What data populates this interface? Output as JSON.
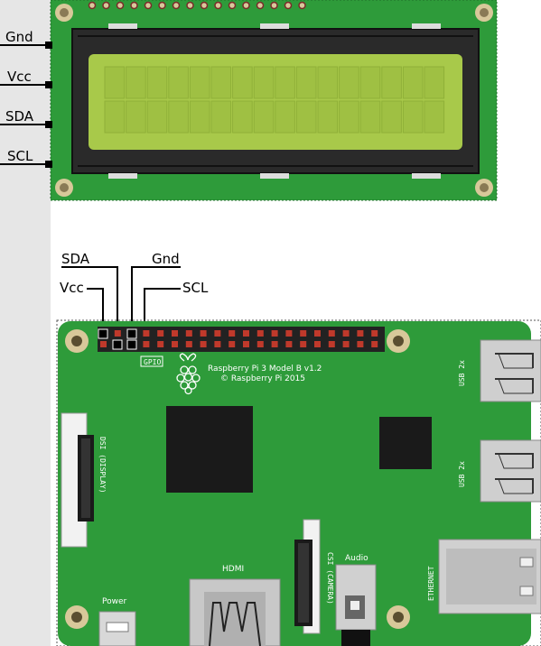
{
  "lcd": {
    "pins": {
      "gnd": "Gnd",
      "vcc": "Vcc",
      "sda": "SDA",
      "scl": "SCL"
    },
    "grid": {
      "columns": 16,
      "rows": 2
    },
    "colors": {
      "pcb": "#2e9b3a",
      "bezel": "#2a2a2a",
      "screen": "#a8c94a",
      "wire": "#000000",
      "side_panel": "#e6e6e6"
    }
  },
  "gpio_wiring": {
    "sda": "SDA",
    "gnd": "Gnd",
    "vcc": "Vcc",
    "scl": "SCL"
  },
  "pi": {
    "gpio_label": "GPIO",
    "model_line": "Raspberry Pi 3 Model B v1.2",
    "copyright": "© Raspberry Pi 2015",
    "usb_top": "USB 2x",
    "usb_bottom": "USB 2x",
    "dsi": "DSI (DISPLAY)",
    "csi": "CSI (CAMERA)",
    "audio": "Audio",
    "hdmi": "HDMI",
    "ethernet": "ETHERNET",
    "power": "Power",
    "gpio_pins_per_row": 20,
    "colors": {
      "board": "#2e9b3a",
      "chip": "#1a1a1a",
      "pin": "#c0392b",
      "hole": "#d8c89a",
      "metal": "#c8c8c8"
    }
  }
}
